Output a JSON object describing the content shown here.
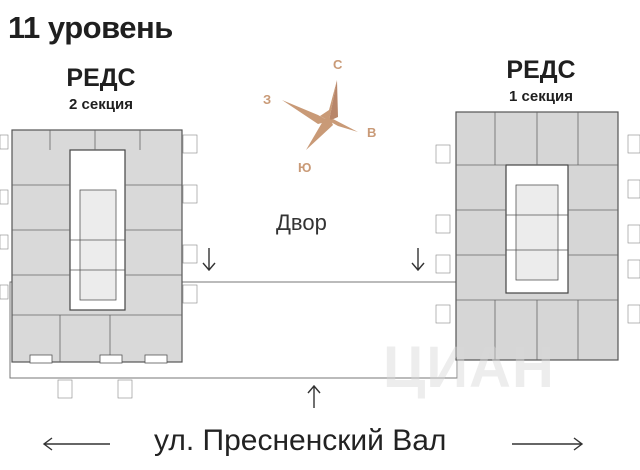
{
  "title": "11 уровень",
  "buildings": [
    {
      "name": "РЕДС",
      "section": "2 секция"
    },
    {
      "name": "РЕДС",
      "section": "1 секция"
    }
  ],
  "compass": {
    "north": "С",
    "west": "З",
    "east": "В",
    "south": "Ю"
  },
  "yard_label": "Двор",
  "street_label": "ул. Пресненский Вал",
  "watermark": "ЦИАН",
  "colors": {
    "accent": "#c99a77",
    "shade": "#d6d6d6",
    "line": "#555555"
  }
}
